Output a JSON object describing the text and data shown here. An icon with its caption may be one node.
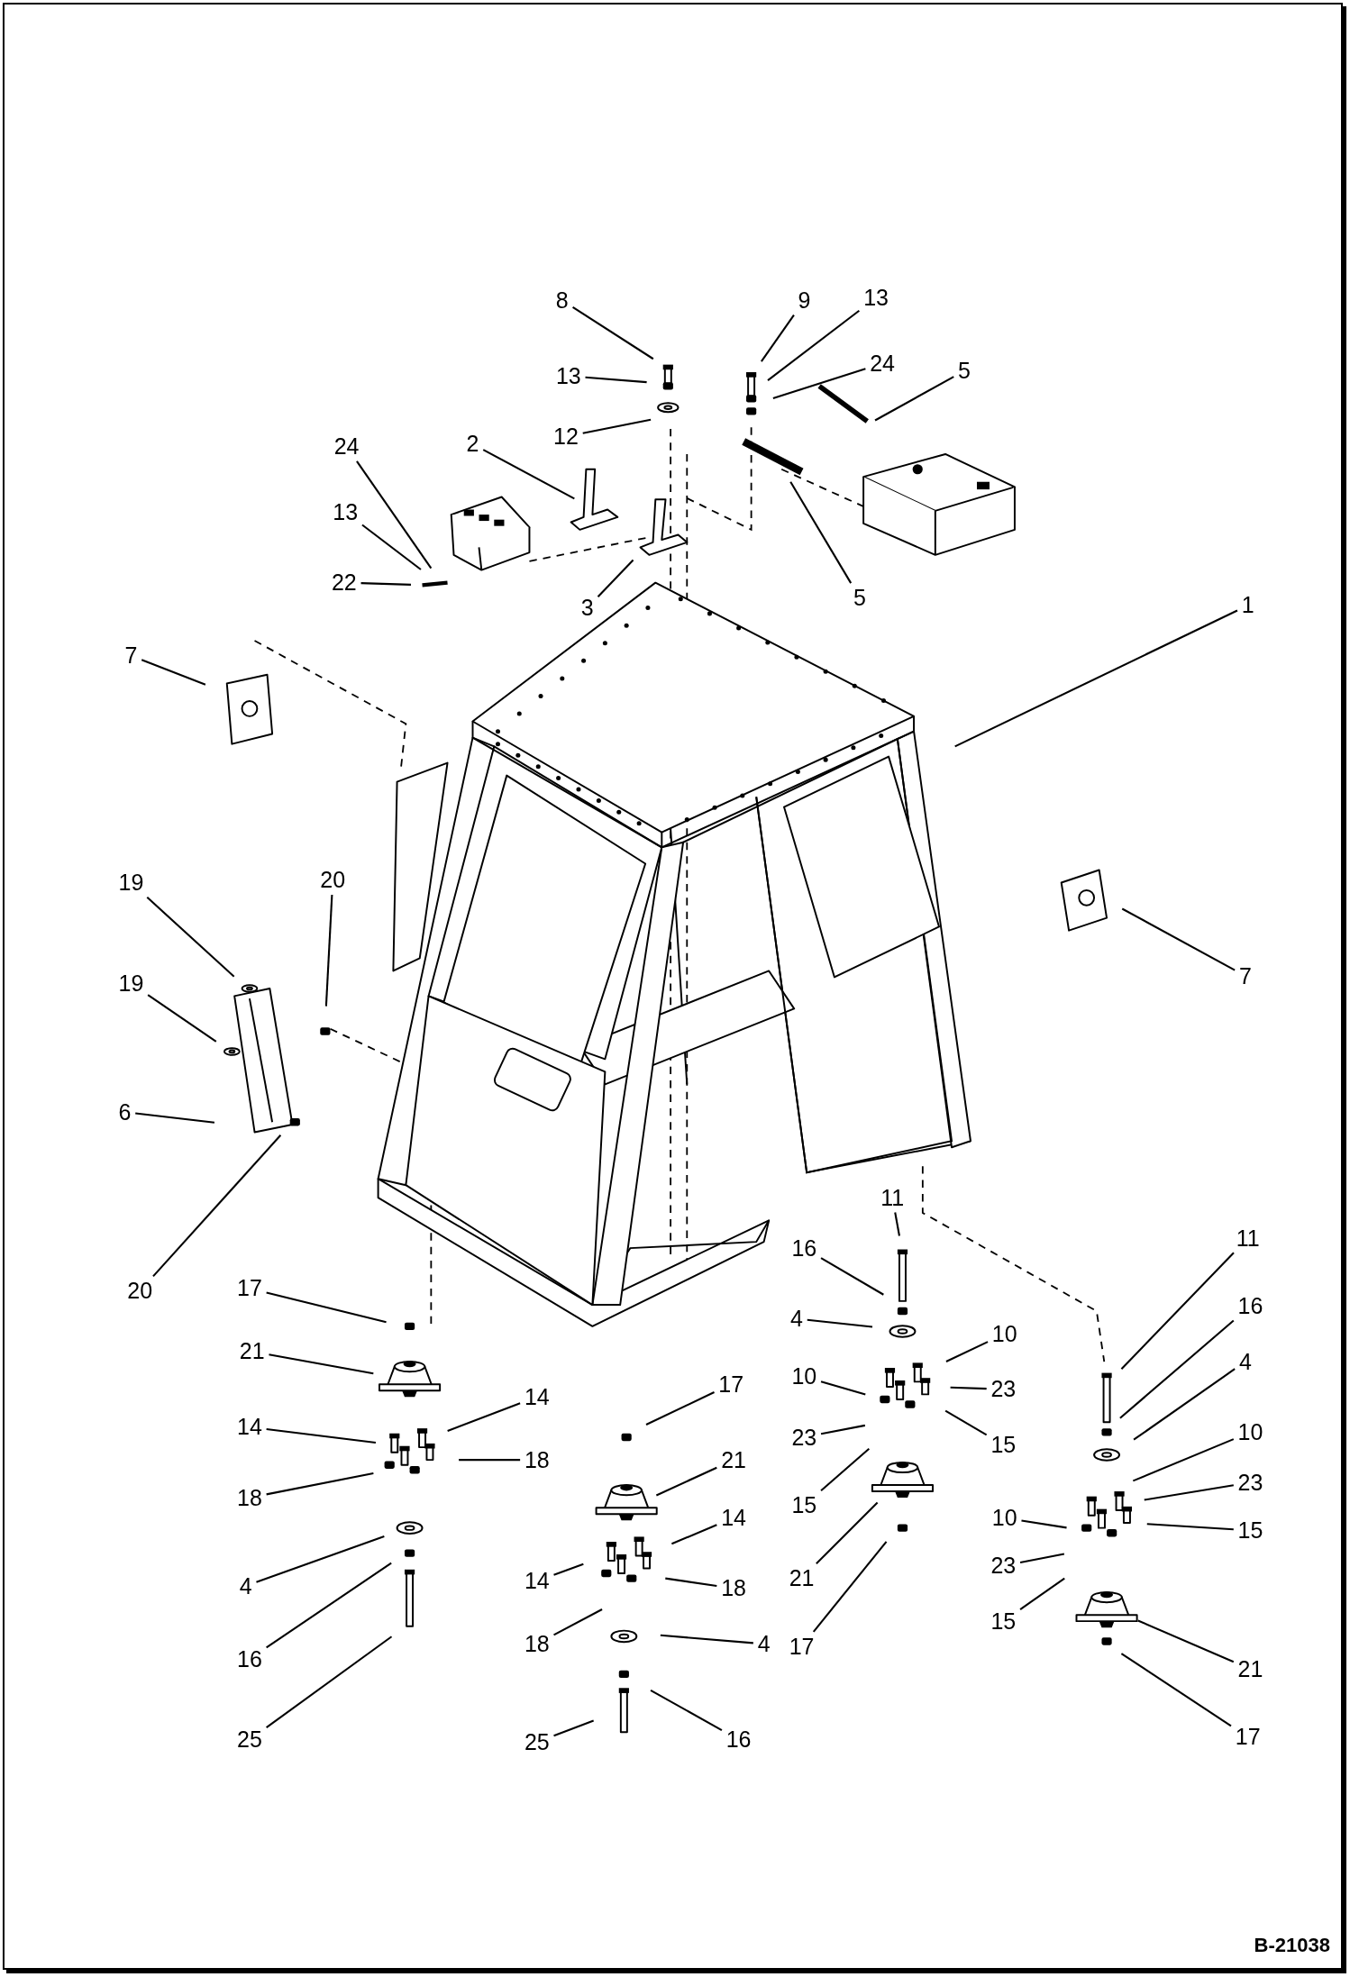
{
  "diagram": {
    "nodes": [
      {
        "text": [
          "8"
        ]
      },
      {
        "text": [
          "13"
        ]
      },
      {
        "text": [
          "12"
        ]
      },
      {
        "text": [
          "9"
        ]
      },
      {
        "text": [
          "13"
        ]
      },
      {
        "text": [
          "24"
        ]
      },
      {
        "text": [
          "5"
        ]
      },
      {
        "text": [
          "24"
        ]
      },
      {
        "text": [
          "2"
        ]
      },
      {
        "text": [
          "13"
        ]
      },
      {
        "text": [
          "22"
        ]
      },
      {
        "text": [
          "3"
        ]
      },
      {
        "text": [
          "5"
        ]
      },
      {
        "text": [
          "1"
        ]
      },
      {
        "text": [
          "7"
        ]
      },
      {
        "text": [
          "19"
        ]
      },
      {
        "text": [
          "20"
        ]
      },
      {
        "text": [
          "19"
        ]
      },
      {
        "text": [
          "7"
        ]
      },
      {
        "text": [
          "6"
        ]
      },
      {
        "text": [
          "20"
        ]
      },
      {
        "text": [
          "11"
        ]
      },
      {
        "text": [
          "16"
        ]
      },
      {
        "text": [
          "11"
        ]
      },
      {
        "text": [
          "17"
        ]
      },
      {
        "text": [
          "16"
        ]
      },
      {
        "text": [
          "4"
        ]
      },
      {
        "text": [
          "10"
        ]
      },
      {
        "text": [
          "21"
        ]
      },
      {
        "text": [
          "4"
        ]
      },
      {
        "text": [
          "10"
        ]
      },
      {
        "text": [
          "23"
        ]
      },
      {
        "text": [
          "17"
        ]
      },
      {
        "text": [
          "14"
        ]
      },
      {
        "text": [
          "14"
        ]
      },
      {
        "text": [
          "10"
        ]
      },
      {
        "text": [
          "15"
        ]
      },
      {
        "text": [
          "23"
        ]
      },
      {
        "text": [
          "18"
        ]
      },
      {
        "text": [
          "21"
        ]
      },
      {
        "text": [
          "23"
        ]
      },
      {
        "text": [
          "18"
        ]
      },
      {
        "text": [
          "15"
        ]
      },
      {
        "text": [
          "14"
        ]
      },
      {
        "text": [
          "10"
        ]
      },
      {
        "text": [
          "15"
        ]
      },
      {
        "text": [
          "21"
        ]
      },
      {
        "text": [
          "4"
        ]
      },
      {
        "text": [
          "14"
        ]
      },
      {
        "text": [
          "18"
        ]
      },
      {
        "text": [
          "23"
        ]
      },
      {
        "text": [
          "15"
        ]
      },
      {
        "text": [
          "18"
        ]
      },
      {
        "text": [
          "4"
        ]
      },
      {
        "text": [
          "17"
        ]
      },
      {
        "text": [
          "21"
        ]
      },
      {
        "text": [
          "16"
        ]
      },
      {
        "text": [
          "25"
        ]
      },
      {
        "text": [
          "25"
        ]
      },
      {
        "text": [
          "16"
        ]
      },
      {
        "text": [
          "17"
        ]
      }
    ],
    "edges": [
      {
        "from": 0,
        "to": null,
        "arrow": "none"
      },
      {
        "from": 1,
        "to": null,
        "arrow": "none"
      },
      {
        "from": 2,
        "to": null,
        "arrow": "none"
      },
      {
        "from": 3,
        "to": null,
        "arrow": "none"
      },
      {
        "from": 4,
        "to": null,
        "arrow": "none"
      },
      {
        "from": 5,
        "to": null,
        "arrow": "none"
      },
      {
        "from": 6,
        "to": null,
        "arrow": "none"
      },
      {
        "from": 7,
        "to": null,
        "arrow": "none"
      },
      {
        "from": 8,
        "to": null,
        "arrow": "none"
      },
      {
        "from": 9,
        "to": null,
        "arrow": "none"
      },
      {
        "from": 10,
        "to": null,
        "arrow": "none"
      },
      {
        "from": 11,
        "to": null,
        "arrow": "none"
      },
      {
        "from": 12,
        "to": null,
        "arrow": "none"
      },
      {
        "from": 13,
        "to": null,
        "arrow": "none"
      },
      {
        "from": 14,
        "to": null,
        "arrow": "none"
      },
      {
        "from": 15,
        "to": null,
        "arrow": "none"
      },
      {
        "from": 16,
        "to": null,
        "arrow": "none"
      },
      {
        "from": 17,
        "to": null,
        "arrow": "none"
      },
      {
        "from": 18,
        "to": null,
        "arrow": "none"
      },
      {
        "from": 19,
        "to": null,
        "arrow": "none"
      },
      {
        "from": 20,
        "to": null,
        "arrow": "none"
      },
      {
        "from": 21,
        "to": null,
        "arrow": "none"
      },
      {
        "from": 22,
        "to": null,
        "arrow": "none"
      },
      {
        "from": 23,
        "to": null,
        "arrow": "none"
      },
      {
        "from": 24,
        "to": null,
        "arrow": "none"
      },
      {
        "from": 25,
        "to": null,
        "arrow": "none"
      },
      {
        "from": 26,
        "to": null,
        "arrow": "none"
      },
      {
        "from": 27,
        "to": null,
        "arrow": "none"
      },
      {
        "from": 28,
        "to": null,
        "arrow": "none"
      },
      {
        "from": 29,
        "to": null,
        "arrow": "none"
      },
      {
        "from": 30,
        "to": null,
        "arrow": "none"
      },
      {
        "from": 31,
        "to": null,
        "arrow": "none"
      },
      {
        "from": 32,
        "to": null,
        "arrow": "none"
      },
      {
        "from": 33,
        "to": null,
        "arrow": "none"
      },
      {
        "from": 34,
        "to": null,
        "arrow": "none"
      },
      {
        "from": 35,
        "to": null,
        "arrow": "none"
      },
      {
        "from": 36,
        "to": null,
        "arrow": "none"
      },
      {
        "from": 37,
        "to": null,
        "arrow": "none"
      },
      {
        "from": 38,
        "to": null,
        "arrow": "none"
      },
      {
        "from": 39,
        "to": null,
        "arrow": "none"
      },
      {
        "from": 40,
        "to": null,
        "arrow": "none"
      },
      {
        "from": 41,
        "to": null,
        "arrow": "none"
      },
      {
        "from": 42,
        "to": null,
        "arrow": "none"
      },
      {
        "from": 43,
        "to": null,
        "arrow": "none"
      },
      {
        "from": 44,
        "to": null,
        "arrow": "none"
      },
      {
        "from": 45,
        "to": null,
        "arrow": "none"
      },
      {
        "from": 46,
        "to": null,
        "arrow": "none"
      },
      {
        "from": 47,
        "to": null,
        "arrow": "none"
      },
      {
        "from": 48,
        "to": null,
        "arrow": "none"
      },
      {
        "from": 49,
        "to": null,
        "arrow": "none"
      },
      {
        "from": 50,
        "to": null,
        "arrow": "none"
      },
      {
        "from": 51,
        "to": null,
        "arrow": "none"
      },
      {
        "from": 52,
        "to": null,
        "arrow": "none"
      },
      {
        "from": 53,
        "to": null,
        "arrow": "none"
      },
      {
        "from": 54,
        "to": null,
        "arrow": "none"
      },
      {
        "from": 55,
        "to": null,
        "arrow": "none"
      },
      {
        "from": 56,
        "to": null,
        "arrow": "none"
      },
      {
        "from": 57,
        "to": null,
        "arrow": "none"
      },
      {
        "from": 58,
        "to": null,
        "arrow": "none"
      },
      {
        "from": 59,
        "to": null,
        "arrow": "none"
      },
      {
        "from": 60,
        "to": null,
        "arrow": "none"
      }
    ],
    "labels": [
      "B-21038"
    ]
  }
}
